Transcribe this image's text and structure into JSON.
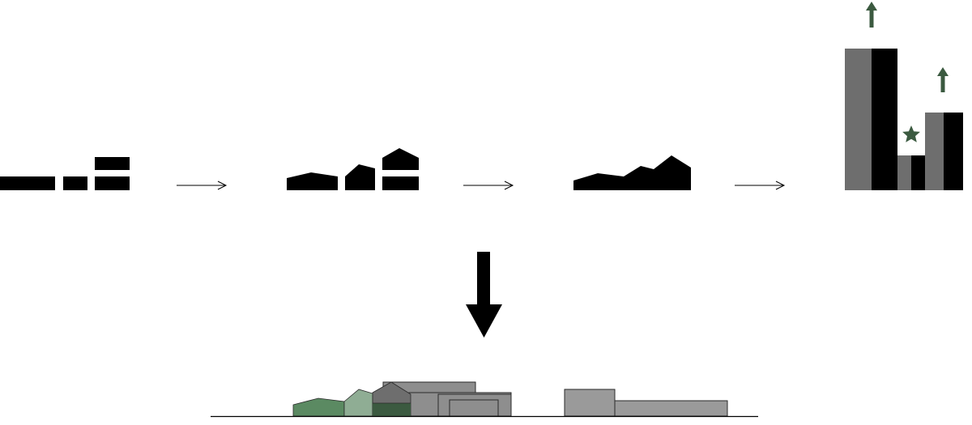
{
  "colors": {
    "background": "#ffffff",
    "massing": "#000000",
    "grey_dark": "#6e6e6e",
    "grey_mid": "#8e8e8e",
    "grey_light": "#9a9a9a",
    "accent_green_dark": "#3b5a40",
    "accent_green_mid": "#5b8a62",
    "accent_green_light": "#8fad94",
    "ground_line": "#000000"
  },
  "icons": {
    "step_arrow": "thin-right-arrow",
    "height_arrow": "up-arrow",
    "star": "star-icon",
    "down_arrow": "bold-down-arrow"
  },
  "diagram": {
    "steps": [
      "flat-volumes",
      "pitched-roofs",
      "merged-roofline",
      "height-variation"
    ],
    "result": "final-elevation"
  }
}
